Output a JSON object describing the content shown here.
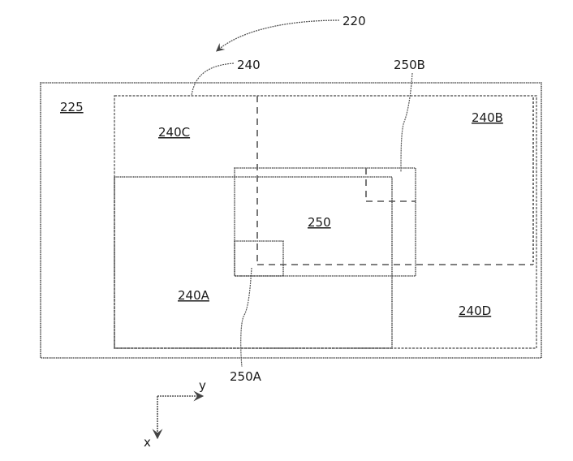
{
  "figure": {
    "callouts": {
      "system": "220",
      "region": "240",
      "sub_window_b": "250B",
      "sub_window_a": "250A"
    },
    "regions": {
      "outer": "225",
      "quadrant_c": "240C",
      "quadrant_b": "240B",
      "quadrant_a": "240A",
      "quadrant_d": "240D",
      "window": "250"
    },
    "axes": {
      "x_label": "x",
      "y_label": "y"
    }
  }
}
